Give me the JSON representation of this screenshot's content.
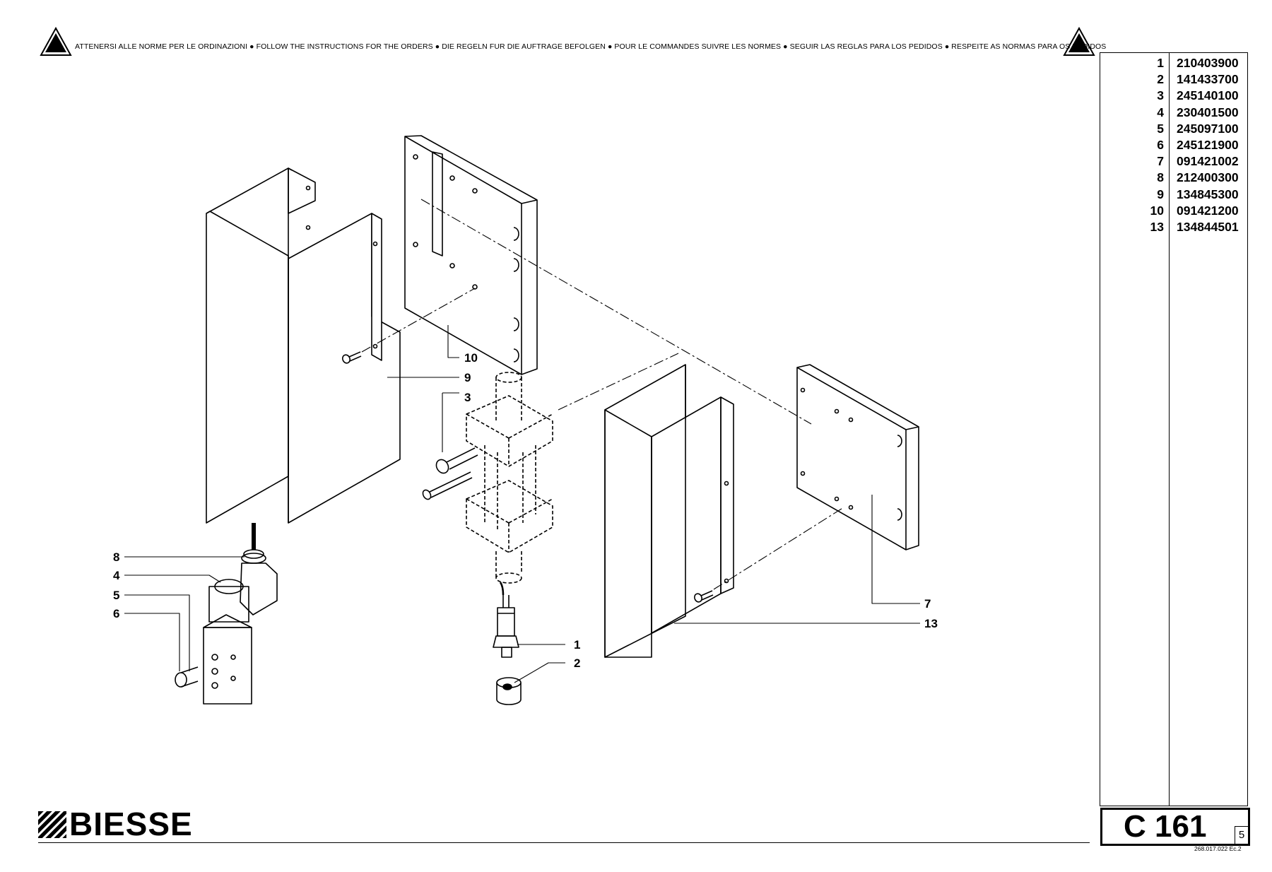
{
  "header": {
    "warning_text": "ATTENERSI ALLE NORME PER LE ORDINAZIONI ● FOLLOW THE INSTRUCTIONS FOR THE ORDERS ● DIE REGELN FUR DIE AUFTRAGE BEFOLGEN ● POUR LE COMMANDES SUIVRE LES NORMES ● SEGUIR LAS REGLAS PARA LOS PEDIDOS ● RESPEITE AS NORMAS PARA OS PEDIDOS",
    "icon": "warning-triangle-icon"
  },
  "callouts": {
    "c1": "1",
    "c2": "2",
    "c3": "3",
    "c4": "4",
    "c5": "5",
    "c6": "6",
    "c7": "7",
    "c8": "8",
    "c9": "9",
    "c10": "10",
    "c13": "13"
  },
  "parts": [
    {
      "pos": "1",
      "code": "210403900"
    },
    {
      "pos": "2",
      "code": "141433700"
    },
    {
      "pos": "3",
      "code": "245140100"
    },
    {
      "pos": "4",
      "code": "230401500"
    },
    {
      "pos": "5",
      "code": "245097100"
    },
    {
      "pos": "6",
      "code": "245121900"
    },
    {
      "pos": "7",
      "code": "091421002"
    },
    {
      "pos": "8",
      "code": "212400300"
    },
    {
      "pos": "9",
      "code": "134845300"
    },
    {
      "pos": "10",
      "code": "091421200"
    },
    {
      "pos": "13",
      "code": "134844501"
    }
  ],
  "footer": {
    "brand": "BIESSE",
    "page_code": "C 161",
    "page_number": "5",
    "doc_ref": "268.017.022 Ec.2"
  }
}
